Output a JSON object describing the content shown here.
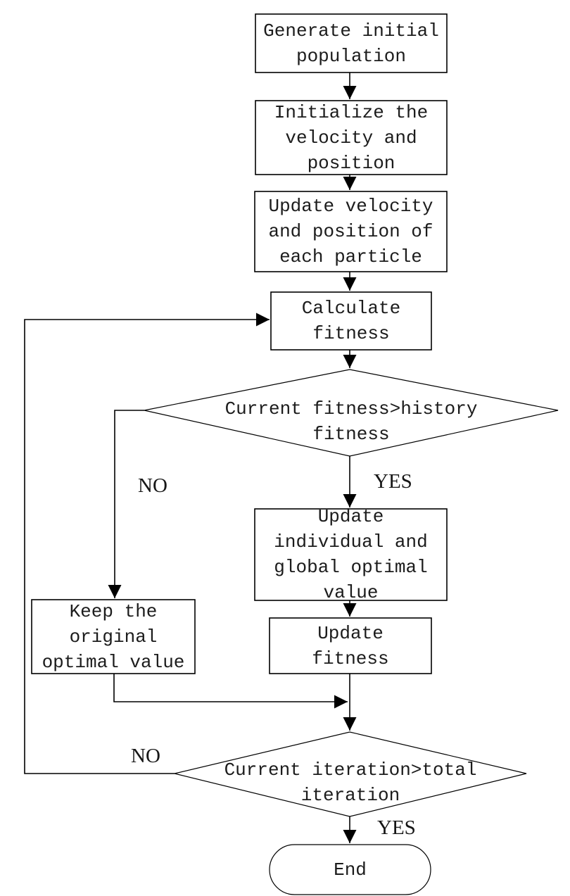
{
  "diagram": {
    "title": "PSO algorithm flowchart",
    "background_color": "#ffffff",
    "stroke_color": "#000000",
    "text_color": "#1c1c1c",
    "nodes": {
      "generate_population": {
        "type": "process",
        "label": "Generate initial\npopulation"
      },
      "initialize_velocity": {
        "type": "process",
        "label": "Initialize the\nvelocity and\nposition"
      },
      "update_velocity": {
        "type": "process",
        "label": "Update velocity\nand position of\neach particle"
      },
      "calculate_fitness": {
        "type": "process",
        "label": "Calculate\nfitness"
      },
      "fitness_decision": {
        "type": "decision",
        "label": "Current fitness>history\nfitness"
      },
      "update_optimal": {
        "type": "process",
        "label": "Update\nindividual and\nglobal optimal\nvalue"
      },
      "keep_original": {
        "type": "process",
        "label": "Keep the\noriginal\noptimal value"
      },
      "update_fitness": {
        "type": "process",
        "label": "Update\nfitness"
      },
      "iteration_decision": {
        "type": "decision",
        "label": "Current iteration>total\niteration"
      },
      "end": {
        "type": "terminator",
        "label": "End"
      }
    },
    "edge_labels": {
      "fitness_yes": "YES",
      "fitness_no": "NO",
      "iteration_yes": "YES",
      "iteration_no": "NO"
    }
  }
}
